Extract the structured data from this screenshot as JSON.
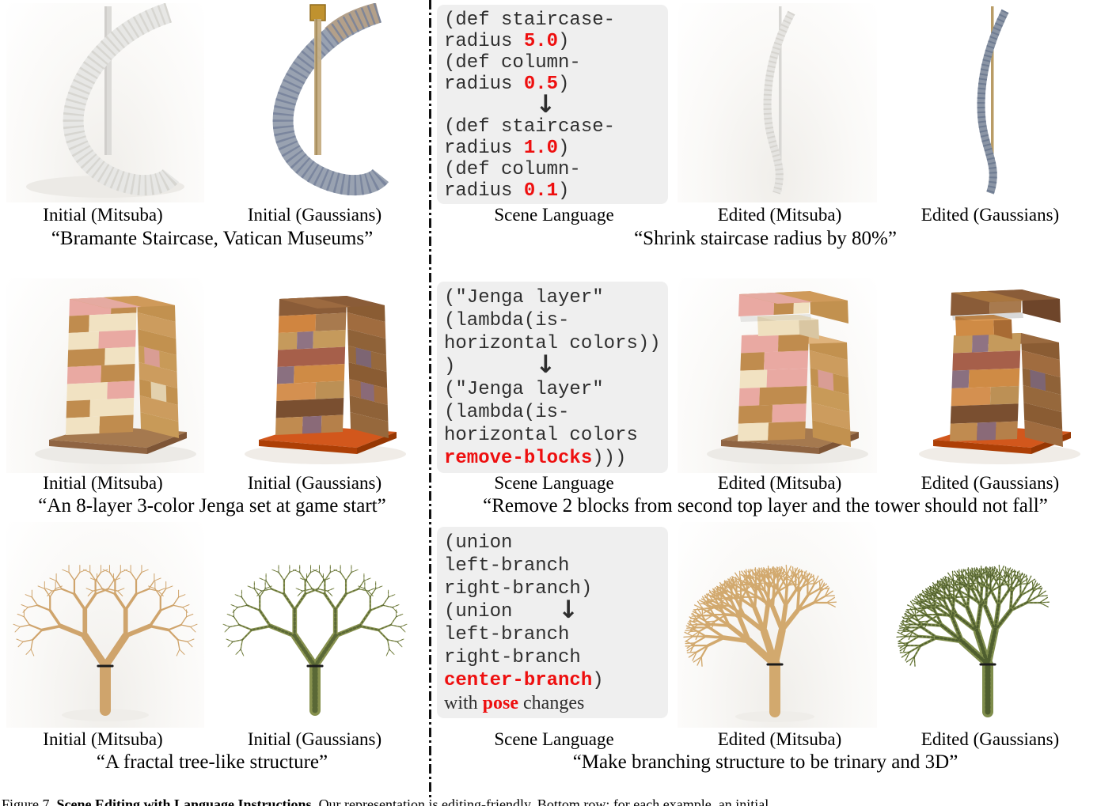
{
  "colors": {
    "highlight_red": "#ee0f0f",
    "code_background": "#efefef"
  },
  "figure": {
    "column_labels": {
      "initial_mitsuba": "Initial (Mitsuba)",
      "initial_gaussians": "Initial (Gaussians)",
      "scene_language": "Scene Language",
      "edited_mitsuba": "Edited (Mitsuba)",
      "edited_gaussians": "Edited (Gaussians)"
    },
    "rows": [
      {
        "name": "staircase",
        "initial_quote": "“Bramante Staircase, Vatican Museums”",
        "edit_quote": "“Shrink staircase radius by 80%”",
        "code": [
          [
            {
              "t": "(def staircase-"
            }
          ],
          [
            {
              "t": "radius "
            },
            {
              "t": "5.0",
              "s": "r"
            },
            {
              "t": ")"
            }
          ],
          [
            {
              "t": "(def column-"
            }
          ],
          [
            {
              "t": "radius "
            },
            {
              "t": "0.5",
              "s": "r"
            },
            {
              "t": ")"
            }
          ],
          [
            {
              "t": "        "
            },
            {
              "t": "↓",
              "s": "a"
            }
          ],
          [
            {
              "t": "(def staircase-"
            }
          ],
          [
            {
              "t": "radius "
            },
            {
              "t": "1.0",
              "s": "r"
            },
            {
              "t": ")"
            }
          ],
          [
            {
              "t": "(def column-"
            }
          ],
          [
            {
              "t": "radius "
            },
            {
              "t": "0.1",
              "s": "r"
            },
            {
              "t": ")"
            }
          ]
        ]
      },
      {
        "name": "jenga",
        "initial_quote": "“An 8-layer 3-color Jenga set at game start”",
        "edit_quote": "“Remove 2 blocks from second top layer and the tower should not fall”",
        "code": [
          [
            {
              "t": "(\"Jenga layer\""
            }
          ],
          [
            {
              "t": "(lambda(is-"
            }
          ],
          [
            {
              "t": "horizontal colors))"
            }
          ],
          [
            {
              "t": ")       "
            },
            {
              "t": "↓",
              "s": "a"
            }
          ],
          [
            {
              "t": "(\"Jenga layer\""
            }
          ],
          [
            {
              "t": "(lambda(is-"
            }
          ],
          [
            {
              "t": "horizontal colors"
            }
          ],
          [
            {
              "t": "remove-blocks",
              "s": "r"
            },
            {
              "t": ")))"
            }
          ]
        ]
      },
      {
        "name": "tree",
        "initial_quote": "“A fractal tree-like structure”",
        "edit_quote": "“Make branching structure to be trinary and 3D”",
        "code": [
          [
            {
              "t": "(union"
            }
          ],
          [
            {
              "t": "left-branch"
            }
          ],
          [
            {
              "t": "right-branch)"
            }
          ],
          [
            {
              "t": "(union    "
            },
            {
              "t": "↓",
              "s": "a"
            }
          ],
          [
            {
              "t": "left-branch"
            }
          ],
          [
            {
              "t": "right-branch"
            }
          ],
          [
            {
              "t": "center-branch",
              "s": "r"
            },
            {
              "t": ")"
            }
          ],
          [
            {
              "t": "with ",
              "s": "f"
            },
            {
              "t": "pose",
              "s": "rf"
            },
            {
              "t": " changes",
              "s": "f"
            }
          ]
        ]
      }
    ],
    "caption": {
      "prefix": "Figure 7. ",
      "title": "Scene Editing with Language Instructions.",
      "rest": " Our representation is editing-friendly. Bottom row: for each example, an initial"
    }
  }
}
